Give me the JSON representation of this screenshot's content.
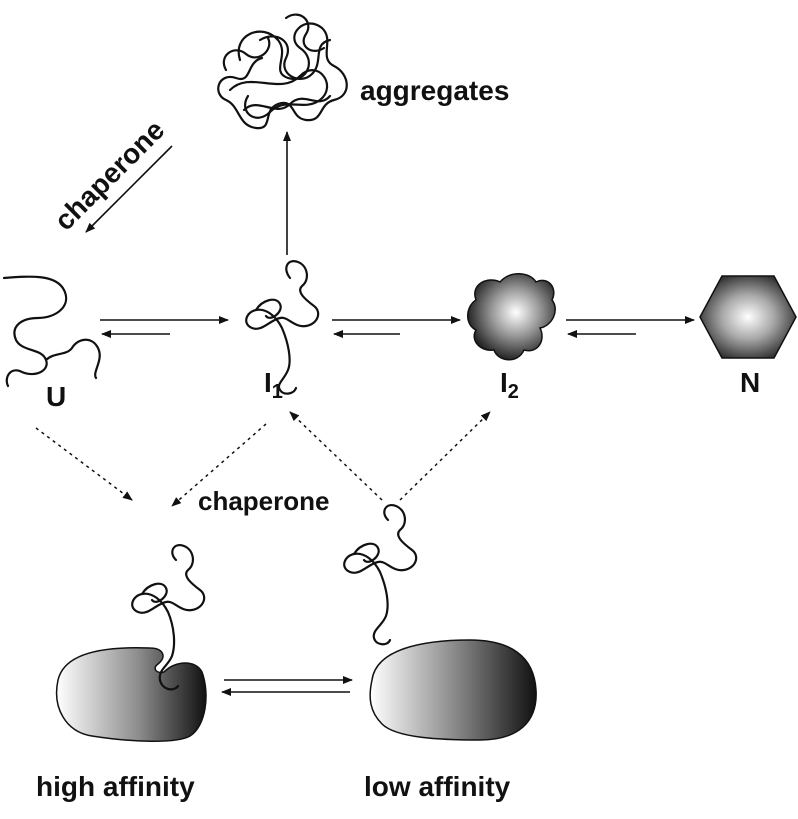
{
  "labels": {
    "aggregates": "aggregates",
    "chaperone_top": "chaperone",
    "chaperone_mid": "chaperone",
    "unfolded": "U",
    "intermediate1_base": "I",
    "intermediate1_sub": "1",
    "intermediate2_base": "I",
    "intermediate2_sub": "2",
    "native": "N",
    "high_affinity": "high affinity",
    "low_affinity": "low affinity"
  }
}
